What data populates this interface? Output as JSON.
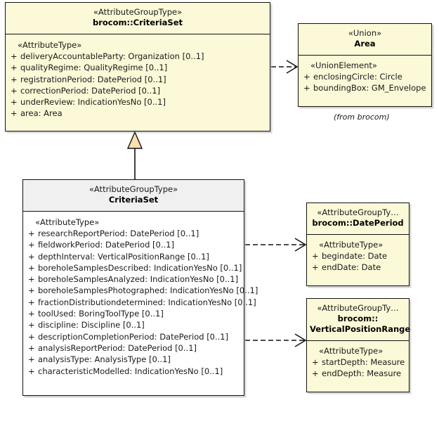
{
  "diagram": {
    "kind": "uml-class-diagram",
    "colors": {
      "class_fill_yellow": "#fbf9d7",
      "class_fill_white": "#ffffff",
      "class_header_gray": "#f0f0f0",
      "border": "#111111",
      "generalization_triangle_fill": "#fbdfb0",
      "connector": "#111111",
      "background": "#ffffff"
    },
    "package_note": "(from brocom)"
  },
  "classes": {
    "criteriaset_brocom": {
      "stereotype": "«AttributeGroupType»",
      "name": "brocom::CriteriaSet",
      "compartment_label": "«AttributeType»",
      "attributes": [
        {
          "visibility": "+",
          "signature": "deliveryAccountableParty: Organization [0..1]"
        },
        {
          "visibility": "+",
          "signature": "qualityRegime: QualityRegime [0..1]"
        },
        {
          "visibility": "+",
          "signature": "registrationPeriod: DatePeriod [0..1]"
        },
        {
          "visibility": "+",
          "signature": "correctionPeriod: DatePeriod [0..1]"
        },
        {
          "visibility": "+",
          "signature": "underReview: IndicationYesNo [0..1]"
        },
        {
          "visibility": "+",
          "signature": "area: Area"
        }
      ]
    },
    "area": {
      "stereotype": "«Union»",
      "name": "Area",
      "compartment_label": "«UnionElement»",
      "attributes": [
        {
          "visibility": "+",
          "signature": "enclosingCircle: Circle"
        },
        {
          "visibility": "+",
          "signature": "boundingBox: GM_Envelope"
        }
      ]
    },
    "criteriaset": {
      "stereotype": "«AttributeGroupType»",
      "name": "CriteriaSet",
      "compartment_label": "«AttributeType»",
      "attributes": [
        {
          "visibility": "+",
          "signature": "researchReportPeriod: DatePeriod [0..1]"
        },
        {
          "visibility": "+",
          "signature": "fieldworkPeriod: DatePeriod [0..1]"
        },
        {
          "visibility": "+",
          "signature": "depthInterval: VerticalPositionRange [0..1]"
        },
        {
          "visibility": "+",
          "signature": "boreholeSamplesDescribed: IndicationYesNo [0..1]"
        },
        {
          "visibility": "+",
          "signature": "boreholeSamplesAnalyzed: IndicationYesNo [0..1]"
        },
        {
          "visibility": "+",
          "signature": "boreholeSamplesPhotographed: IndicationYesNo [0..1]"
        },
        {
          "visibility": "+",
          "signature": "fractionDistributiondetermined: IndicationYesNo [0..1]"
        },
        {
          "visibility": "+",
          "signature": "toolUsed: BoringToolType [0..1]"
        },
        {
          "visibility": "+",
          "signature": "discipline: Discipline [0..1]"
        },
        {
          "visibility": "+",
          "signature": "descriptionCompletionPeriod: DatePeriod [0..1]"
        },
        {
          "visibility": "+",
          "signature": "analysisReportPeriod: DatePeriod [0..1]"
        },
        {
          "visibility": "+",
          "signature": "analysisType: AnalysisType [0..1]"
        },
        {
          "visibility": "+",
          "signature": "characteristicModelled: IndicationYesNo [0..1]"
        }
      ]
    },
    "dateperiod": {
      "stereotype": "«AttributeGroupTy…",
      "name": "brocom::DatePeriod",
      "compartment_label": "«AttributeType»",
      "attributes": [
        {
          "visibility": "+",
          "signature": "begindate: Date"
        },
        {
          "visibility": "+",
          "signature": "endDate: Date"
        }
      ]
    },
    "verticalpositionrange": {
      "stereotype": "«AttributeGroupTy…",
      "name": "brocom::",
      "name_line2": "VerticalPositionRange",
      "compartment_label": "«AttributeType»",
      "attributes": [
        {
          "visibility": "+",
          "signature": "startDepth: Measure"
        },
        {
          "visibility": "+",
          "signature": "endDepth: Measure"
        }
      ]
    }
  },
  "connectors": [
    {
      "id": "gen-criteriaset-to-brocom-criteriaset",
      "type": "generalization",
      "from": "criteriaset",
      "to": "criteriaset_brocom"
    },
    {
      "id": "dep-brocom-criteriaset-to-area",
      "type": "dependency",
      "from": "criteriaset_brocom",
      "to": "area"
    },
    {
      "id": "dep-criteriaset-to-dateperiod",
      "type": "dependency",
      "from": "criteriaset",
      "to": "dateperiod"
    },
    {
      "id": "dep-criteriaset-to-verticalpositionrange",
      "type": "dependency",
      "from": "criteriaset",
      "to": "verticalpositionrange"
    }
  ]
}
